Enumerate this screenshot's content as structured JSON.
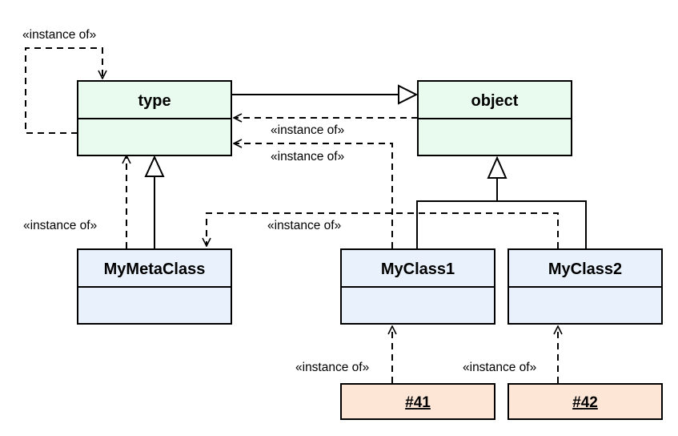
{
  "colors": {
    "builtin_fill": "#e9fbee",
    "user_class_fill": "#e9f1fd",
    "instance_fill": "#fde6d6",
    "stroke": "#000000"
  },
  "classes": {
    "type": {
      "name": "type"
    },
    "object": {
      "name": "object"
    },
    "mymetaclass": {
      "name": "MyMetaClass"
    },
    "myclass1": {
      "name": "MyClass1"
    },
    "myclass2": {
      "name": "MyClass2"
    }
  },
  "instances": {
    "obj41": {
      "name": "#41"
    },
    "obj42": {
      "name": "#42"
    }
  },
  "labels": {
    "type_self": "«instance of»",
    "object_to_type": "«instance of»",
    "myclass1_to_type": "«instance of»",
    "myclass2_to_mymetaclass": "«instance of»",
    "mymetaclass_to_type": "«instance of»",
    "obj41_to_myclass1": "«instance of»",
    "obj42_to_myclass2": "«instance of»"
  }
}
